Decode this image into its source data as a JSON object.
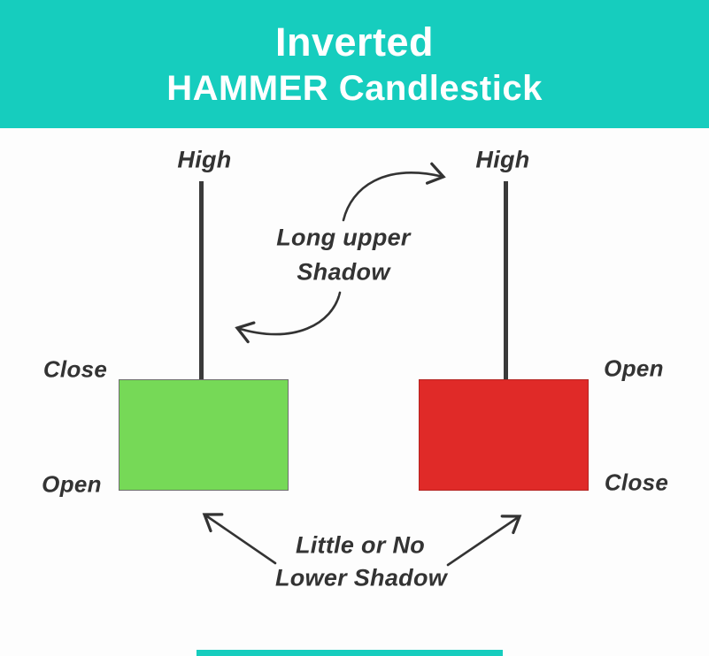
{
  "colors": {
    "header_bg": "#16CDBE",
    "page_bg": "#FDFDFD",
    "bullish_body": "#76D957",
    "bearish_body": "#E02A28",
    "wick": "#3A3A3A",
    "text": "#333333",
    "header_text": "#FFFFFF",
    "footer_accent": "#16CDBE"
  },
  "header": {
    "title_line1": "Inverted",
    "title_line2": "HAMMER Candlestick"
  },
  "candles": {
    "bullish": {
      "direction": "bullish",
      "high_label": "High",
      "top_label": "Close",
      "bottom_label": "Open"
    },
    "bearish": {
      "direction": "bearish",
      "high_label": "High",
      "top_label": "Open",
      "bottom_label": "Close"
    }
  },
  "annotations": {
    "upper_shadow": {
      "line1": "Long upper",
      "line2": "Shadow"
    },
    "lower_shadow": {
      "line1": "Little or No",
      "line2": "Lower Shadow"
    }
  }
}
